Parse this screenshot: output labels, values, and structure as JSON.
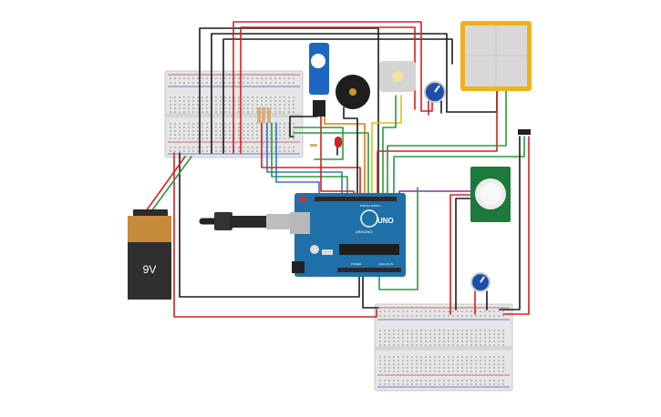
{
  "battery": {
    "label": "9V"
  },
  "arduino": {
    "logo": "UNO",
    "brand": "ARDUINO",
    "power_header": "POWER",
    "analog_header": "ANALOG IN",
    "digital_header": "DIGITAL (PWM~)"
  },
  "colors": {
    "wire_red": "#d42020",
    "wire_black": "#1a1a1a",
    "wire_green": "#2a9a3a",
    "wire_blue": "#2a7ad0",
    "wire_yellow": "#e0c010",
    "wire_purple": "#9a2aa0",
    "arduino_board": "#1f6fa8",
    "battery_top": "#c58a3a",
    "battery_body": "#2f2f2f",
    "lcd_frame": "#f0b21a",
    "pir_board": "#1d7a3a",
    "servo_body": "#1f66c0"
  },
  "icons": [
    "usb-cable-icon",
    "buzzer-icon",
    "dc-motor-icon",
    "potentiometer-icon",
    "led-icon",
    "resistor-icon"
  ]
}
